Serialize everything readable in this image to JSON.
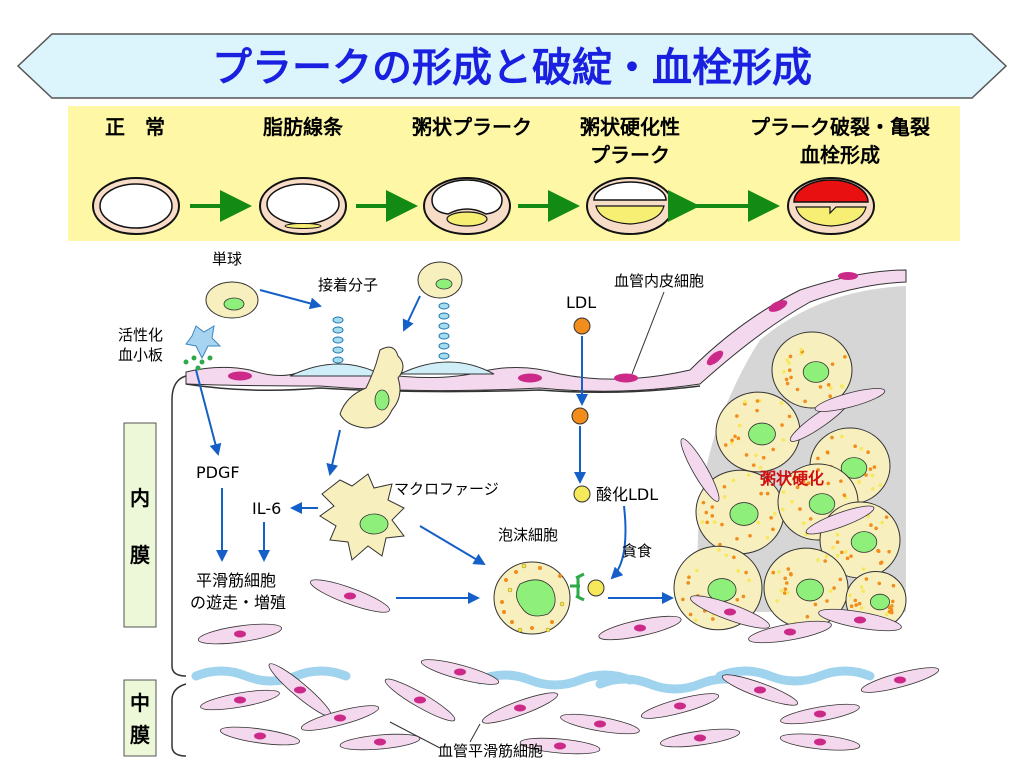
{
  "title": "プラークの形成と破綻・血栓形成",
  "stages": [
    {
      "label": "正　常",
      "label2": ""
    },
    {
      "label": "脂肪線条",
      "label2": ""
    },
    {
      "label": "粥状プラーク",
      "label2": ""
    },
    {
      "label": "粥状硬化性",
      "label2": "プラーク"
    },
    {
      "label": "プラーク破裂・亀裂",
      "label2": "血栓形成"
    }
  ],
  "labels": {
    "monocyte": "単球",
    "adhesion": "接着分子",
    "activated_platelet_1": "活性化",
    "activated_platelet_2": "血小板",
    "ldl": "LDL",
    "endothelial": "血管内皮細胞",
    "pdgf": "PDGF",
    "il6": "IL-6",
    "macrophage": "マクロファージ",
    "oxldl": "酸化LDL",
    "foam": "泡沫細胞",
    "phago": "貪食",
    "smc_1": "平滑筋細胞",
    "smc_2": "の遊走・増殖",
    "atherosclerosis": "粥状硬化",
    "vsmc": "血管平滑筋細胞",
    "intima_1": "内",
    "intima_2": "膜",
    "media_1": "中",
    "media_2": "膜"
  },
  "colors": {
    "title_fill": "#dcf4fb",
    "title_text": "#1a20e0",
    "stage_band": "#fdf7a6",
    "arrow_green": "#138a13",
    "arrow_blue": "#1560c8",
    "cell_cream": "#f8efbf",
    "nucleus_green": "#8ef07a",
    "endothelium_pink": "#f4d9ee",
    "nucleus_magenta": "#cc2a88",
    "ldl_orange": "#f28c1a",
    "oxldl_yellow": "#f5e85a",
    "thrombus_red": "#e81010",
    "plaque_yellow": "#f7ee74",
    "label_box_green": "#ecf8d8",
    "atherosclerosis_red": "#d01010"
  }
}
